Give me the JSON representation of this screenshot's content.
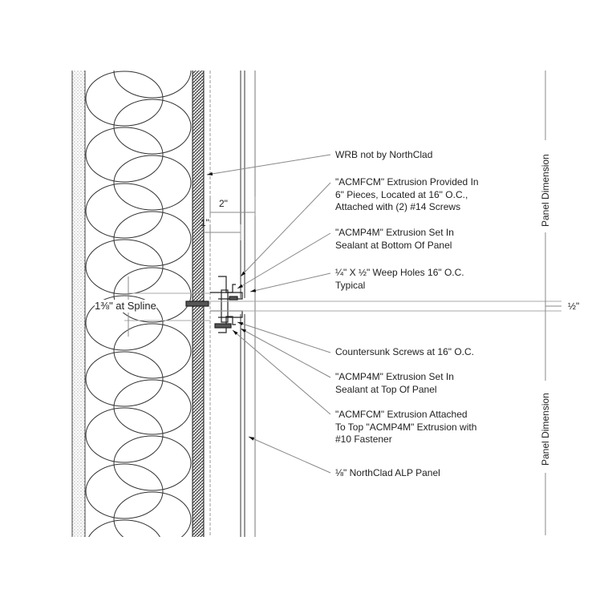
{
  "callouts": {
    "wrb": [
      "WRB not by NorthClad"
    ],
    "acmfcm_pieces": [
      "\"ACMFCM\" Extrusion Provided In",
      "6\" Pieces, Located at 16\" O.C.,",
      "Attached with (2) #14 Screws"
    ],
    "acmp4m_bottom": [
      "\"ACMP4M\" Extrusion Set In",
      "Sealant at Bottom Of Panel"
    ],
    "weep_holes": [
      "¼\" X ½\" Weep Holes 16\" O.C.",
      "Typical"
    ],
    "countersunk": [
      "Countersunk Screws at 16\" O.C."
    ],
    "acmp4m_top": [
      "\"ACMP4M\" Extrusion Set In",
      "Sealant at Top Of Panel"
    ],
    "acmfcm_attached": [
      "\"ACMFCM\" Extrusion Attached",
      "To Top \"ACMP4M\" Extrusion with",
      "#10 Fastener"
    ],
    "panel": [
      "⅛\" NorthClad ALP Panel"
    ]
  },
  "dimensions": {
    "two_inch": "2\"",
    "one_inch": "1\"",
    "spline": "1⅜\" at Spline",
    "half_inch": "½\"",
    "panel_dimension_top": "Panel Dimension",
    "panel_dimension_bottom": "Panel Dimension"
  }
}
